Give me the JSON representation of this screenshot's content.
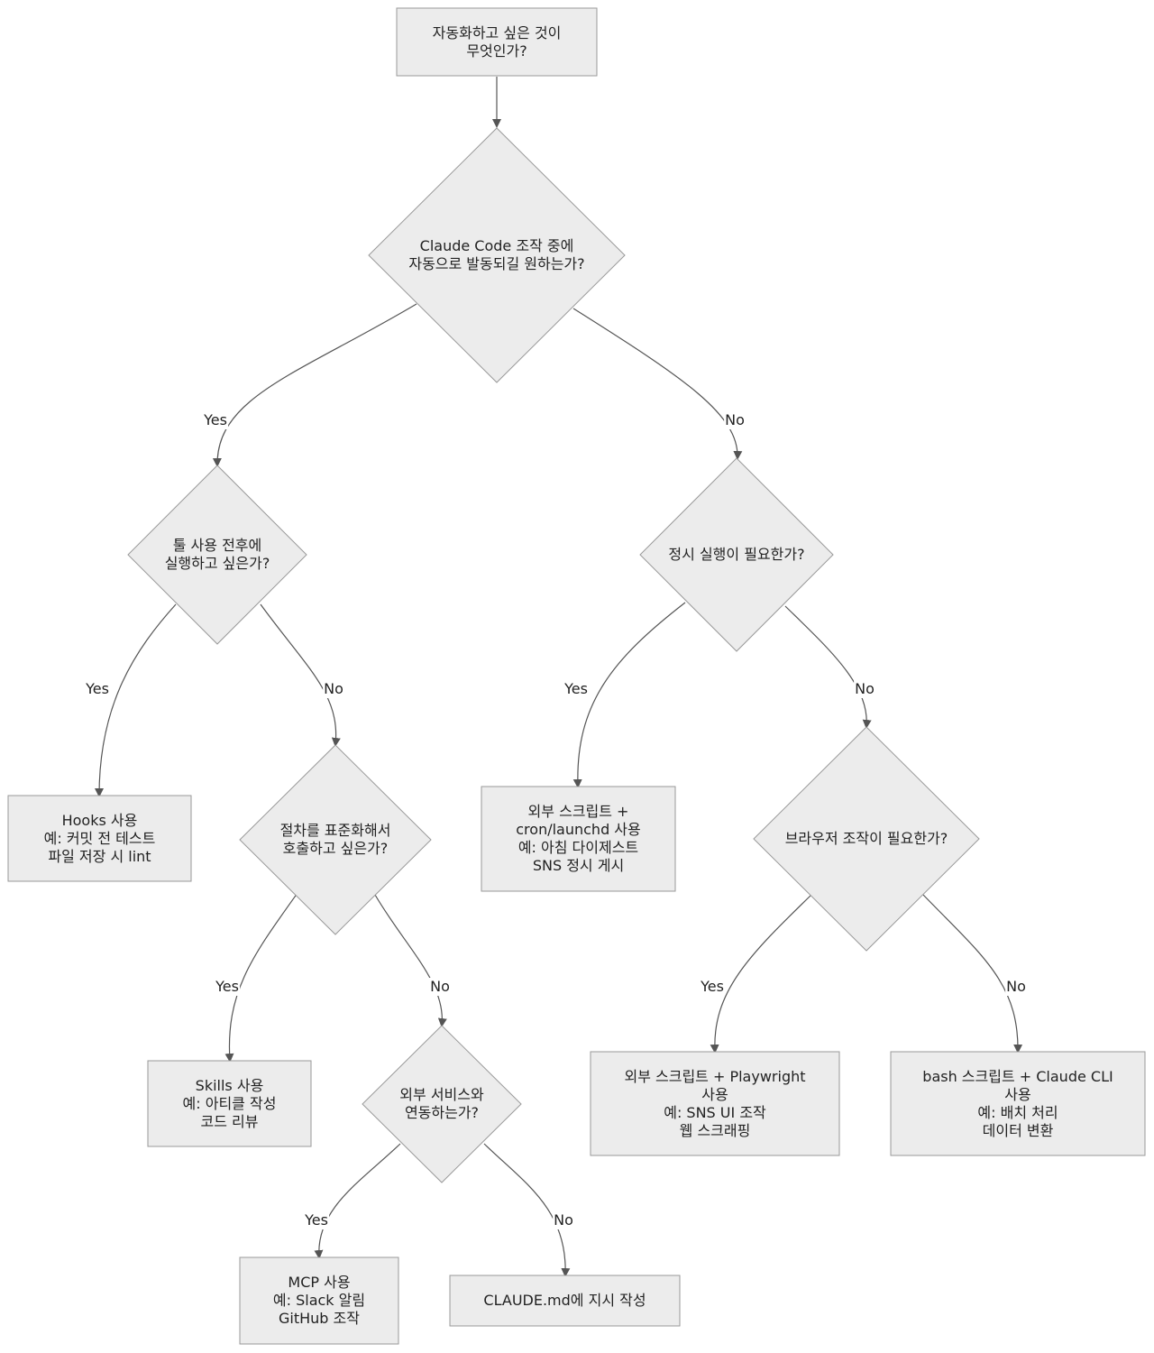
{
  "nodes": {
    "start": "자동화하고 싶은 것이\n무엇인가?",
    "q_during_claude": "Claude Code 조작 중에\n자동으로 발동되길 원하는가?",
    "q_tool_use": "툴 사용 전후에\n실행하고 싶은가?",
    "q_scheduled": "정시 실행이 필요한가?",
    "hooks": "Hooks 사용\n예: 커밋 전 테스트\n파일 저장 시 lint",
    "q_procedure": "절차를 표준화해서\n호출하고 싶은가?",
    "cron": "외부 스크립트 +\ncron/launchd 사용\n예: 아침 다이제스트\nSNS 정시 게시",
    "q_browser": "브라우저 조작이 필요한가?",
    "skills": "Skills 사용\n예: 아티클 작성\n코드 리뷰",
    "q_external": "외부 서비스와\n연동하는가?",
    "playwright": "외부 스크립트 + Playwright\n사용\n예: SNS UI 조작\n웹 스크래핑",
    "bash_cli": "bash 스크립트 + Claude CLI\n사용\n예: 배치 처리\n데이터 변환",
    "mcp": "MCP 사용\n예: Slack 알림\nGitHub 조작",
    "claude_md": "CLAUDE.md에 지시 작성"
  },
  "edge_labels": {
    "yes": "Yes",
    "no": "No"
  },
  "colors": {
    "node_fill": "#ececec",
    "node_stroke": "#999999",
    "edge": "#555555"
  }
}
